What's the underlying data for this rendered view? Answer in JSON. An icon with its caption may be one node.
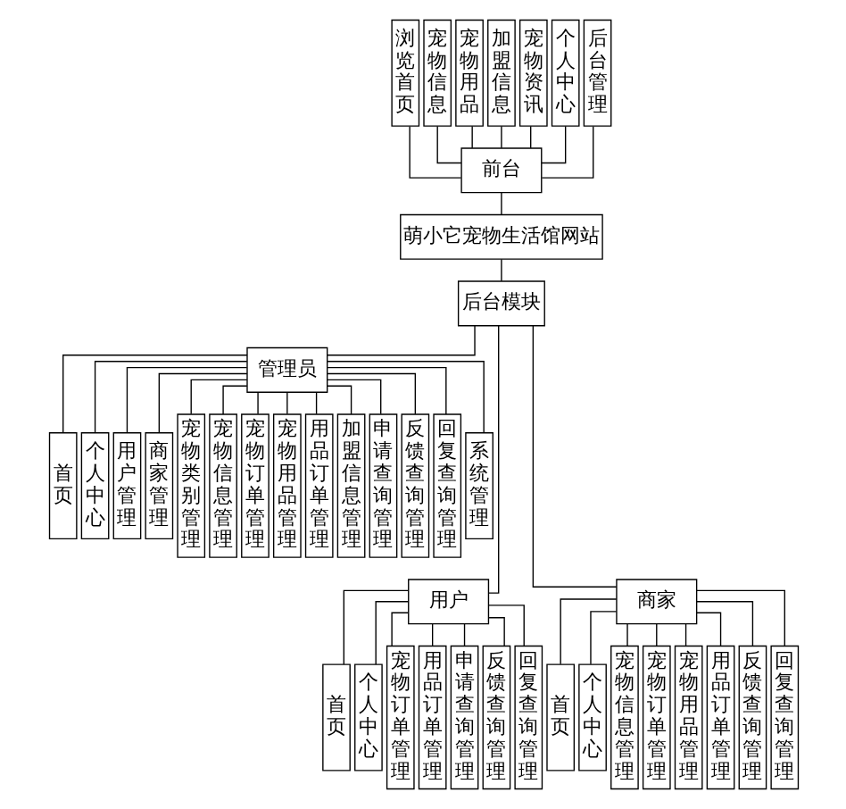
{
  "diagram": {
    "nodes": [
      {
        "text": [
          "浏览首页"
        ]
      },
      {
        "text": [
          "宠物信息"
        ]
      },
      {
        "text": [
          "宠物用品"
        ]
      },
      {
        "text": [
          "加盟信息"
        ]
      },
      {
        "text": [
          "宠物资讯"
        ]
      },
      {
        "text": [
          "个人中心"
        ]
      },
      {
        "text": [
          "后台管理"
        ]
      },
      {
        "text": [
          "前台"
        ]
      },
      {
        "text": [
          "萌小它宠物生活馆网站"
        ]
      },
      {
        "text": [
          "后台模块"
        ]
      },
      {
        "text": [
          "管理员"
        ]
      },
      {
        "text": [
          "首页"
        ]
      },
      {
        "text": [
          "个人中心"
        ]
      },
      {
        "text": [
          "用户管理"
        ]
      },
      {
        "text": [
          "商家管理"
        ]
      },
      {
        "text": [
          "宠物类别管理"
        ]
      },
      {
        "text": [
          "宠物信息管理"
        ]
      },
      {
        "text": [
          "宠物订单管理"
        ]
      },
      {
        "text": [
          "宠物用品管理"
        ]
      },
      {
        "text": [
          "用品订单管理"
        ]
      },
      {
        "text": [
          "加盟信息管理"
        ]
      },
      {
        "text": [
          "申请查询管理"
        ]
      },
      {
        "text": [
          "反馈查询管理"
        ]
      },
      {
        "text": [
          "回复查询管理"
        ]
      },
      {
        "text": [
          "系统管理"
        ]
      },
      {
        "text": [
          "用户"
        ]
      },
      {
        "text": [
          "商家"
        ]
      },
      {
        "text": [
          "首页"
        ]
      },
      {
        "text": [
          "个人中心"
        ]
      },
      {
        "text": [
          "宠物订单管理"
        ]
      },
      {
        "text": [
          "用品订单管理"
        ]
      },
      {
        "text": [
          "申请查询管理"
        ]
      },
      {
        "text": [
          "反馈查询管理"
        ]
      },
      {
        "text": [
          "回复查询管理"
        ]
      },
      {
        "text": [
          "首页"
        ]
      },
      {
        "text": [
          "个人中心"
        ]
      },
      {
        "text": [
          "宠物信息管理"
        ]
      },
      {
        "text": [
          "宠物订单管理"
        ]
      },
      {
        "text": [
          "宠物用品管理"
        ]
      },
      {
        "text": [
          "用品订单管理"
        ]
      },
      {
        "text": [
          "反馈查询管理"
        ]
      },
      {
        "text": [
          "回复查询管理"
        ]
      }
    ],
    "edges": [
      {
        "from": 0,
        "to": 7,
        "arrow": "none"
      },
      {
        "from": 1,
        "to": 7,
        "arrow": "none"
      },
      {
        "from": 2,
        "to": 7,
        "arrow": "none"
      },
      {
        "from": 3,
        "to": 7,
        "arrow": "none"
      },
      {
        "from": 4,
        "to": 7,
        "arrow": "none"
      },
      {
        "from": 5,
        "to": 7,
        "arrow": "none"
      },
      {
        "from": 6,
        "to": 7,
        "arrow": "none"
      },
      {
        "from": 7,
        "to": 8,
        "arrow": "none"
      },
      {
        "from": 8,
        "to": 9,
        "arrow": "none"
      },
      {
        "from": 9,
        "to": 25,
        "arrow": "none"
      },
      {
        "from": 9,
        "to": 10,
        "arrow": "none"
      },
      {
        "from": 9,
        "to": 26,
        "arrow": "none"
      },
      {
        "from": 10,
        "to": 11,
        "arrow": "none"
      },
      {
        "from": 10,
        "to": 12,
        "arrow": "none"
      },
      {
        "from": 10,
        "to": 13,
        "arrow": "none"
      },
      {
        "from": 10,
        "to": 14,
        "arrow": "none"
      },
      {
        "from": 10,
        "to": 15,
        "arrow": "none"
      },
      {
        "from": 10,
        "to": 16,
        "arrow": "none"
      },
      {
        "from": 10,
        "to": 17,
        "arrow": "none"
      },
      {
        "from": 10,
        "to": 18,
        "arrow": "none"
      },
      {
        "from": 10,
        "to": 19,
        "arrow": "none"
      },
      {
        "from": 10,
        "to": 20,
        "arrow": "none"
      },
      {
        "from": 10,
        "to": 21,
        "arrow": "none"
      },
      {
        "from": 10,
        "to": 22,
        "arrow": "none"
      },
      {
        "from": 10,
        "to": 23,
        "arrow": "none"
      },
      {
        "from": 10,
        "to": 24,
        "arrow": "none"
      },
      {
        "from": 25,
        "to": 27,
        "arrow": "none"
      },
      {
        "from": 25,
        "to": 28,
        "arrow": "none"
      },
      {
        "from": 25,
        "to": 29,
        "arrow": "none"
      },
      {
        "from": 25,
        "to": 30,
        "arrow": "none"
      },
      {
        "from": 25,
        "to": 31,
        "arrow": "none"
      },
      {
        "from": 25,
        "to": 32,
        "arrow": "none"
      },
      {
        "from": 25,
        "to": 33,
        "arrow": "none"
      },
      {
        "from": 26,
        "to": 34,
        "arrow": "none"
      },
      {
        "from": 26,
        "to": 35,
        "arrow": "none"
      },
      {
        "from": 26,
        "to": 36,
        "arrow": "none"
      },
      {
        "from": 26,
        "to": 37,
        "arrow": "none"
      },
      {
        "from": 26,
        "to": 38,
        "arrow": "none"
      },
      {
        "from": 26,
        "to": 39,
        "arrow": "none"
      },
      {
        "from": 26,
        "to": 40,
        "arrow": "none"
      },
      {
        "from": 26,
        "to": 41,
        "arrow": "none"
      }
    ]
  }
}
